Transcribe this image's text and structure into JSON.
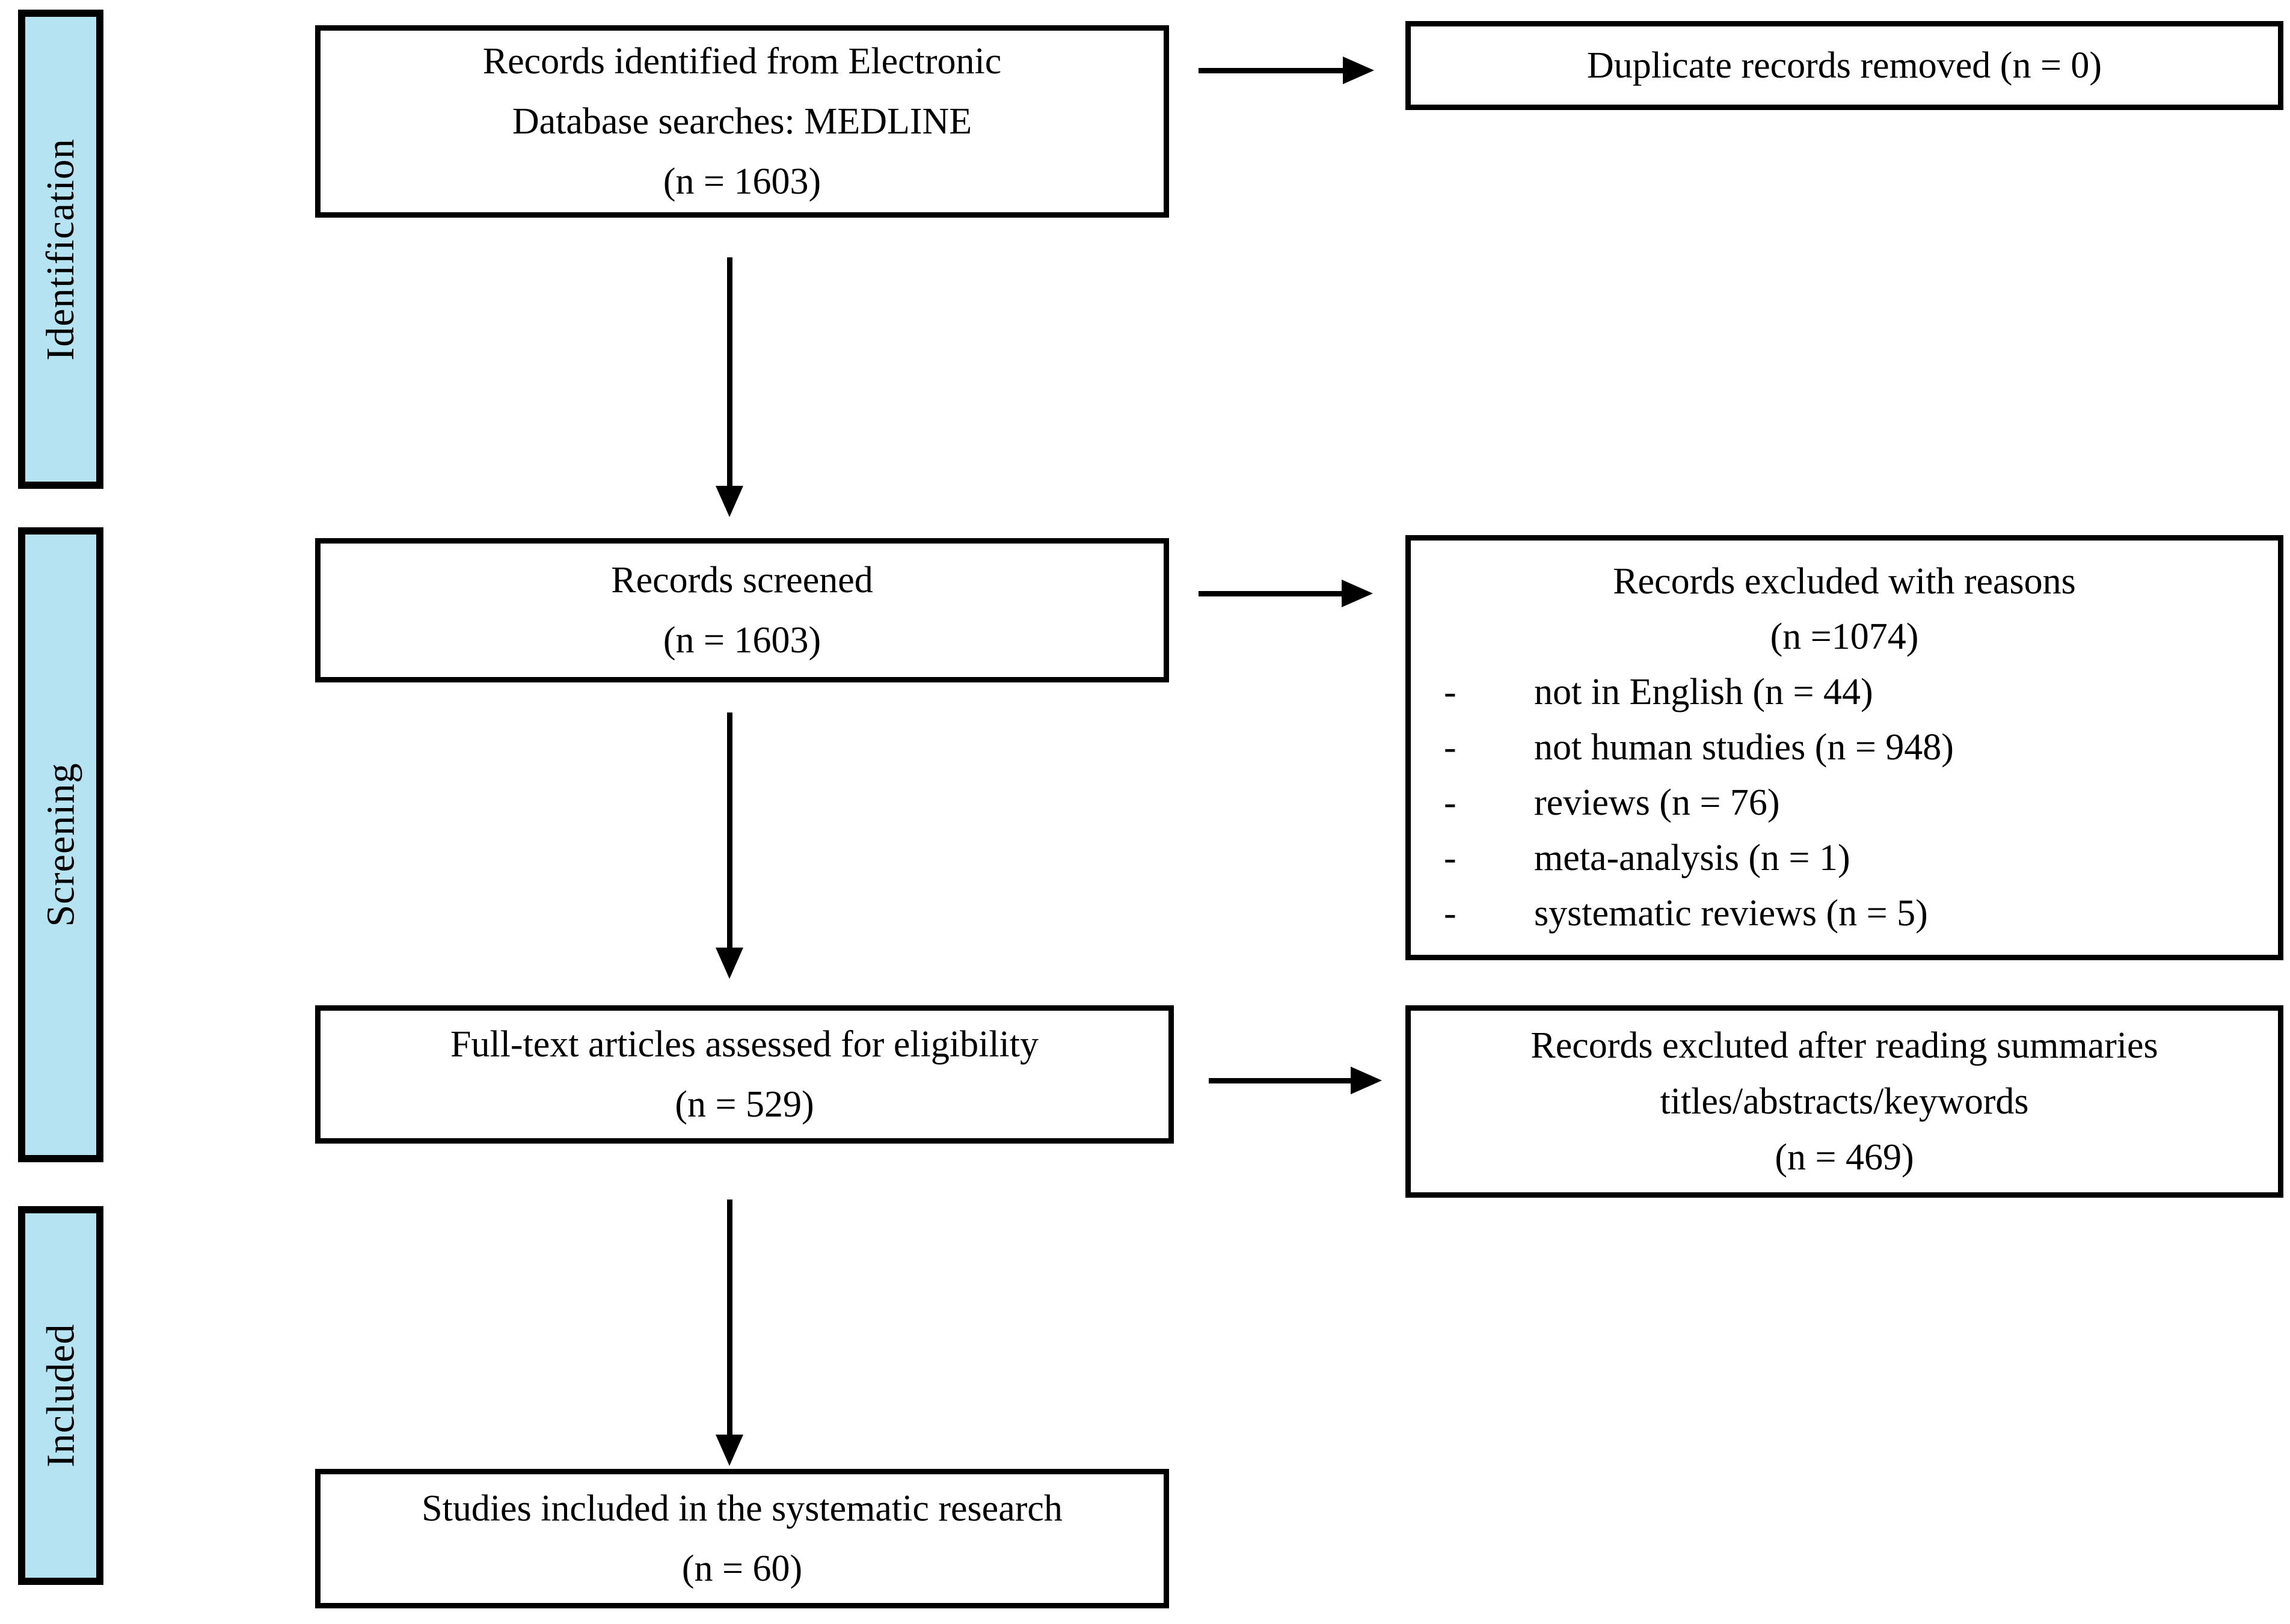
{
  "stages": [
    {
      "label": "Identification"
    },
    {
      "label": "Screening"
    },
    {
      "label": "Included"
    }
  ],
  "boxes": {
    "identified": {
      "lines": [
        "Records identified from Electronic",
        "Database searches: MEDLINE",
        "(n = 1603)"
      ]
    },
    "duplicates": {
      "lines": [
        "Duplicate records removed (n = 0)"
      ]
    },
    "screened": {
      "lines": [
        "Records screened",
        "(n = 1603)"
      ]
    },
    "excluded": {
      "title": "Records excluded with reasons",
      "count": "(n =1074)",
      "bullet": "-",
      "reasons": [
        "not in English (n = 44)",
        "not human studies (n = 948)",
        "reviews (n = 76)",
        "meta-analysis (n = 1)",
        "systematic reviews (n = 5)"
      ]
    },
    "fulltext": {
      "lines": [
        "Full-text articles assessed for eligibility",
        "(n = 529)"
      ]
    },
    "excluted_after": {
      "lines": [
        "Records excluted after reading summaries",
        "titles/abstracts/keywords",
        "(n = 469)"
      ]
    },
    "included_studies": {
      "lines": [
        "Studies included in the systematic research",
        "(n = 60)"
      ]
    }
  },
  "colors": {
    "stage_fill": "#b5e3f2",
    "box_fill": "#ffffff",
    "line": "#000000"
  }
}
